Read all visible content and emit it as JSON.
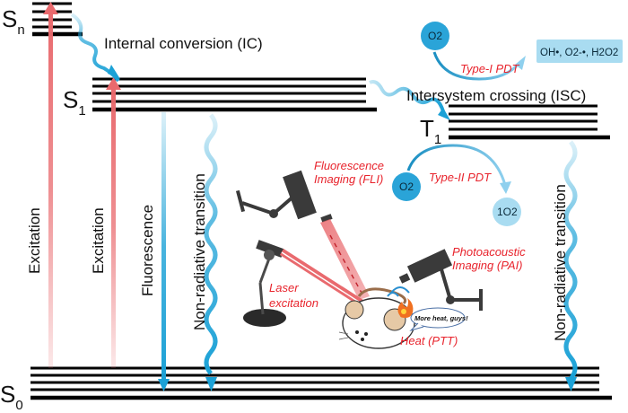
{
  "title": "Jablonski diagram of phototheranostic processes",
  "levels": {
    "sn": {
      "label": "S",
      "subscript": "n"
    },
    "s1": {
      "label": "S",
      "subscript": "1"
    },
    "t1": {
      "label": "T",
      "subscript": "1"
    },
    "s0": {
      "label": "S",
      "subscript": "0"
    }
  },
  "processes": {
    "ic": "Internal conversion (IC)",
    "isc": "Intersystem crossing (ISC)",
    "excitation_1": "Excitation",
    "excitation_2": "Excitation",
    "fluorescence": "Fluorescence",
    "nonrad_1": "Non-radiative transition",
    "nonrad_2": "Non-radiative transition"
  },
  "pdt": {
    "type1": {
      "label": "Type-I PDT",
      "reactant": "O2",
      "products": "OH•, O2-•, H2O2"
    },
    "type2": {
      "label": "Type-II PDT",
      "reactant": "O2",
      "product": "1O2"
    }
  },
  "modalities": {
    "fli_line1": "Fluorescence",
    "fli_line2": "Imaging (FLI)",
    "pai_line1": "Photoacoustic",
    "pai_line2": "Imaging (PAI)",
    "laser_line1": "Laser",
    "laser_line2": "excitation",
    "heat": "Heat (PTT)",
    "speech": "More heat, guys!"
  },
  "colors": {
    "excitation": "#e96a6e",
    "fluorescence": "#1ba1d6",
    "label_red": "#e8242d",
    "o2_dark": "#2aa4d8",
    "o2_light": "#8fd0ee",
    "device": "#3a3a3a"
  }
}
